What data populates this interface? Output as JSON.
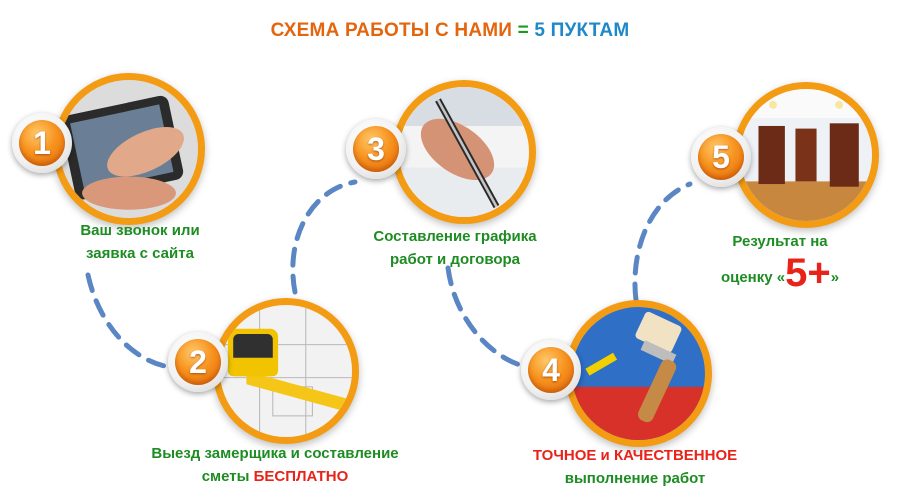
{
  "title": {
    "part1": "СХЕМА РАБОТЫ С НАМИ",
    "equals": "=",
    "part2": "5 ПУКТАМ"
  },
  "steps": [
    {
      "number": "1",
      "line1": "Ваш звонок или",
      "line2": "заявка с сайта"
    },
    {
      "number": "2",
      "line1": "Выезд замерщика и составление",
      "line2_prefix": "сметы",
      "line2_highlight": "БЕСПЛАТНО"
    },
    {
      "number": "3",
      "line1": "Составление графика",
      "line2": "работ и договора"
    },
    {
      "number": "4",
      "line1_highlight1": "ТОЧНОЕ",
      "line1_and": "и",
      "line1_highlight2": "КАЧЕСТВЕННОЕ",
      "line2": "выполнение работ"
    },
    {
      "number": "5",
      "line1": "Результат на",
      "line2_prefix": "оценку «",
      "line2_highlight": "5+",
      "line2_suffix": "»"
    }
  ],
  "colors": {
    "ring": "#f39b12",
    "green_text": "#1d8c22",
    "red_text": "#e8231a",
    "dash": "#5b86c4"
  }
}
